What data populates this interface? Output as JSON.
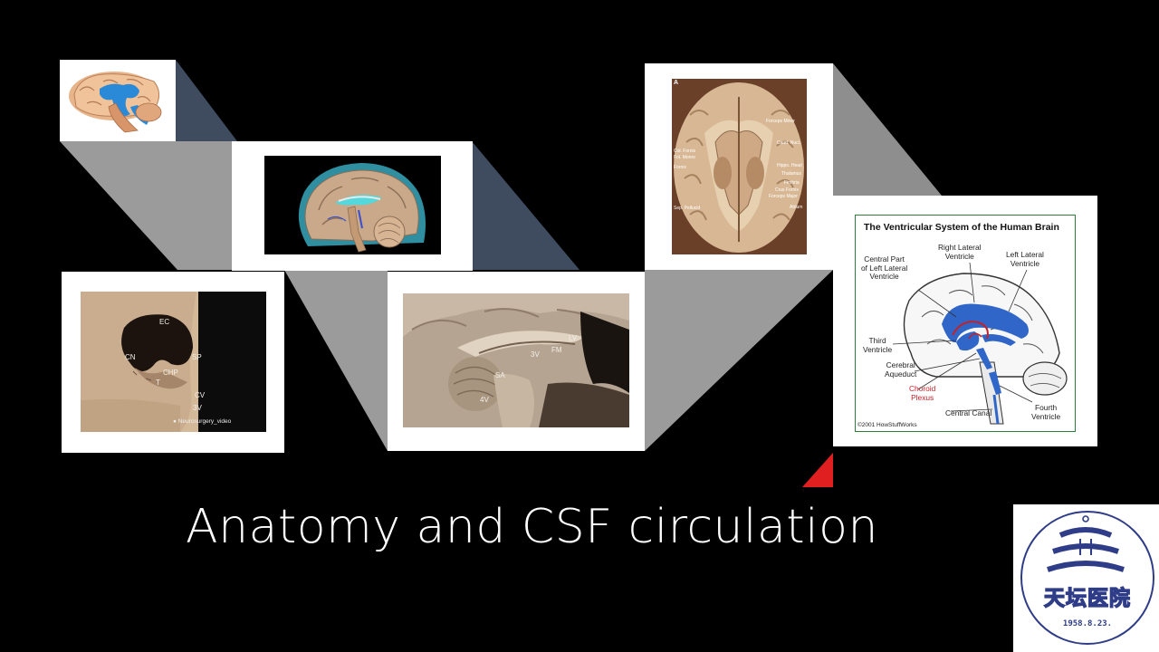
{
  "slide": {
    "title": "Anatomy and CSF circulation"
  },
  "colors": {
    "background": "#000000",
    "connector_gray": "#9b9b9b",
    "connector_slate": "#3f4c5f",
    "accent_red": "#e02020",
    "ventricle_blue": "#2f66c8",
    "logo_blue": "#2f3d88"
  },
  "figure_coronal": {
    "labels": [
      "Forceps Minor",
      "Caud. Nucl.",
      "Col. Fornix",
      "Fol. Monro",
      "Fornix",
      "Hippo. Head",
      "Thalamus",
      "Fimbria",
      "Crus Fornix",
      "Forceps Major",
      "Atrium",
      "Sep. Pellucid"
    ],
    "panel_letter": "A"
  },
  "figure_endoscopic": {
    "labels": [
      "EC",
      "CN",
      "SP",
      "CHP",
      "T",
      "CV",
      "3V"
    ],
    "watermark": "Neurosurgery_video"
  },
  "figure_sagittal": {
    "labels": [
      "LV",
      "FM",
      "3V",
      "SA",
      "4V"
    ]
  },
  "diagram": {
    "title": "The Ventricular System of the Human Brain",
    "labels": {
      "right_lateral": "Right Lateral\nVentricle",
      "left_lateral": "Left Lateral\nVentricle",
      "central_part": "Central Part\nof Left Lateral\nVentricle",
      "third": "Third\nVentricle",
      "aqueduct": "Cerebral\nAqueduct",
      "choroid": "Choroid\nPlexus",
      "central_canal": "Central Canal",
      "fourth": "Fourth\nVentricle"
    },
    "copyright": "©2001 HowStuffWorks"
  },
  "logo": {
    "chinese_name": "天坛医院",
    "date": "1958.8.23."
  }
}
